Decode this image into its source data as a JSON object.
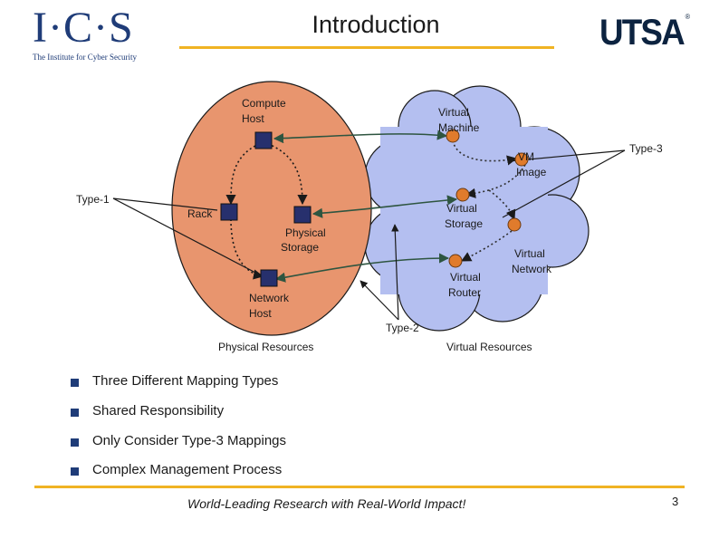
{
  "slide": {
    "title": "Introduction",
    "footer": "World-Leading Research with Real-World Impact!",
    "page_number": "3"
  },
  "logos": {
    "ics_mark": "I·C·S",
    "ics_subtitle": "The Institute for Cyber Security",
    "utsa_mark": "UTSA",
    "utsa_registered": "®"
  },
  "diagram": {
    "physical": {
      "compute_host": [
        "Compute",
        "Host"
      ],
      "rack": "Rack",
      "physical_storage": [
        "Physical",
        "Storage"
      ],
      "network_host": [
        "Network",
        "Host"
      ],
      "region_label": "Physical Resources"
    },
    "virtual": {
      "virtual_machine": [
        "Virtual",
        "Machine"
      ],
      "vm_image": [
        "VM",
        "Image"
      ],
      "virtual_storage": [
        "Virtual",
        "Storage"
      ],
      "virtual_network": [
        "Virtual",
        "Network"
      ],
      "virtual_router": [
        "Virtual",
        "Router"
      ],
      "region_label": "Virtual Resources"
    },
    "mappings": {
      "type1": "Type-1",
      "type2": "Type-2",
      "type3": "Type-3"
    },
    "colors": {
      "physical_fill": "#e8956e",
      "virtual_fill": "#b4bff0",
      "physical_node": "#27306d",
      "virtual_node": "#e07b2c"
    }
  },
  "bullets": [
    "Three Different Mapping Types",
    "Shared Responsibility",
    "Only Consider Type-3 Mappings",
    "Complex Management Process"
  ]
}
